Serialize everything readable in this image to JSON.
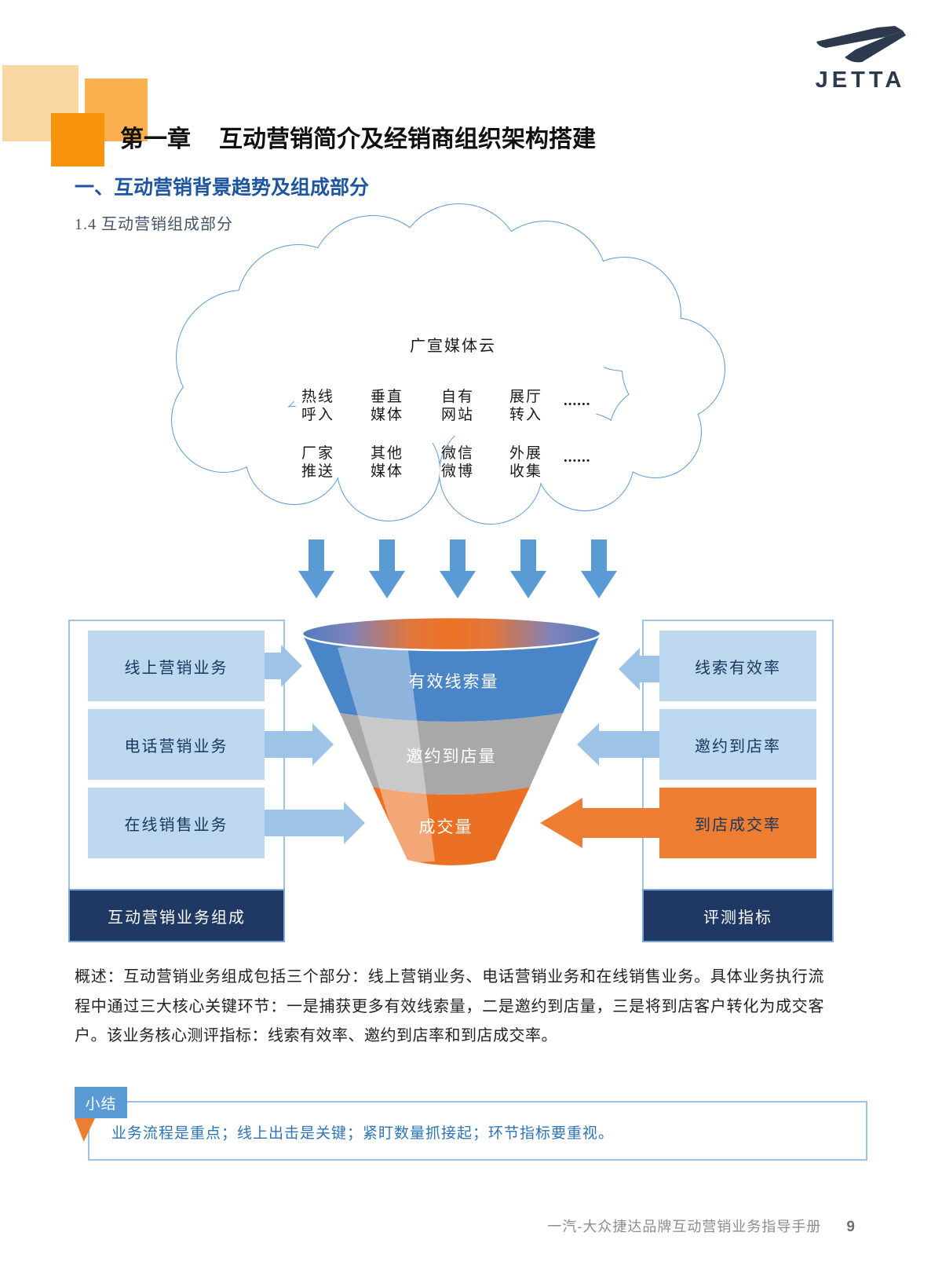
{
  "brand": {
    "wordmark": "JETTA"
  },
  "heading": {
    "chapter_no": "第一章",
    "chapter_title": "互动营销简介及经销商组织架构搭建",
    "section": "一、互动营销背景趋势及组成部分",
    "subsection": "1.4  互动营销组成部分"
  },
  "cloud": {
    "title": "广宣媒体云",
    "row1": [
      "热线\n呼入",
      "垂直\n媒体",
      "自有\n网站",
      "展厅\n转入"
    ],
    "row1_more": "......",
    "row2": [
      "厂家\n推送",
      "其他\n媒体",
      "微信\n微博",
      "外展\n收集"
    ],
    "row2_more": "......"
  },
  "funnel": {
    "stages": [
      {
        "label": "有效线索量",
        "color": "#4a85c7"
      },
      {
        "label": "邀约到店量",
        "color": "#a8a8a8"
      },
      {
        "label": "成交量",
        "color": "#ec7023"
      }
    ]
  },
  "left_panel": {
    "items": [
      "线上营销业务",
      "电话营销业务",
      "在线销售业务"
    ],
    "title": "互动营销业务组成"
  },
  "right_panel": {
    "items": [
      {
        "label": "线索有效率",
        "type": "blue"
      },
      {
        "label": "邀约到店率",
        "type": "blue"
      },
      {
        "label": "到店成交率",
        "type": "orange"
      }
    ],
    "title": "评测指标"
  },
  "overview": {
    "text": "概述：互动营销业务组成包括三个部分：线上营销业务、电话营销业务和在线销售业务。具体业务执行流程中通过三大核心关键环节：一是捕获更多有效线索量，二是邀约到店量，三是将到店客户转化为成交客户。该业务核心测评指标：线索有效率、邀约到店率和到店成交率。"
  },
  "summary": {
    "tab": "小结",
    "text": "业务流程是重点；线上出击是关键；紧盯数量抓接起；环节指标要重视。"
  },
  "footer": {
    "text": "一汽-大众捷达品牌互动营销业务指导手册",
    "page_number": "9"
  },
  "colors": {
    "brand_navy": "#2d3a4d",
    "dark_navy_bar": "#1f3864",
    "light_blue_box": "#bdd7ee",
    "light_blue_arrow": "#9dc3e6",
    "medium_blue": "#5b9bd5",
    "funnel_blue": "#4a85c7",
    "funnel_gray": "#a8a8a8",
    "funnel_orange": "#ec7023",
    "accent_orange": "#ed7d31",
    "heading_blue": "#1d55a0",
    "summary_text_blue": "#2e74b5"
  }
}
